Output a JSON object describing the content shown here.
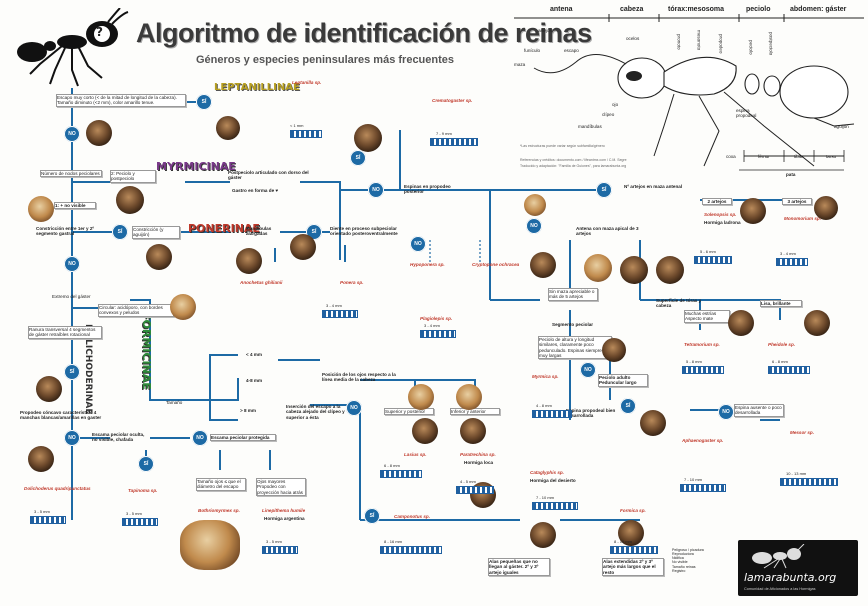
{
  "header": {
    "title": "Algoritmo de identificación de reinas",
    "subtitle": "Géneros y especies peninsulares más frecuentes",
    "question_mark": "?"
  },
  "anatomy": {
    "sections": [
      "antena",
      "cabeza",
      "tórax:mesosoma",
      "peciolo",
      "abdomen: gáster"
    ],
    "labels": {
      "artejos": "artejos",
      "funiculo": "funículo",
      "escapo": "escapo",
      "maza": "maza",
      "ojo": "ojo",
      "clipeo": "clípeo",
      "mandibulas": "mandíbulas",
      "ocelos": "ocelos",
      "pronoto": "pronoto",
      "mesonoto": "mesonoto",
      "propodeo": "propodeo",
      "peciolo": "peciolo",
      "postpeciolo": "postpeciolo",
      "espina": "espina propodeal",
      "aguijon": "aguijón",
      "coxa": "coxa",
      "femur": "fémur",
      "tibia": "tibia",
      "tarso": "tarso",
      "pata": "pata"
    },
    "note": "*Las estructuras puede variar según subfamilia/género",
    "credits_1": "Referencias y créditos: documento.com / lifeantmx.com / C.M. Segre",
    "credits_2": "Traducido y adaptación: \"Familia de Guiones\", para lamarabunta.org"
  },
  "flow": {
    "escapo_q": "Escapo muy corto (< de la mitad de longitud de la cabeza). Tamaño diminuto (<2 mm), color amarillo tenue.",
    "nodos_q": "Número de nodos peciolares",
    "uno_nodo": "1: + no visible",
    "dos_nodo": "2: Peciolo y postpeciolo",
    "postpeciolo": "Postpeciolo articulado con dorso del gáster",
    "gaster_forma": "Gastro en forma de ♥",
    "constriccion_q": "Constricción entre 1er y 2º segmento gastral",
    "constriccion_si": "Constricción (y aguijón)",
    "extremo": "Extremo del gáster",
    "circular": "Circular: acidóporo, con bordes convexos y peludos",
    "rasura": "Ranura transversal 4 segmentos de gáster retraíbles rotacional",
    "propodeo": "Propodeo cóncavo característico 4 manchas blancas/amarillas en gaster",
    "mandibulas": "Mandíbulas alargadas",
    "diente": "Diente en proceso subpeciolar orientado posteroventralmente",
    "espinas": "Espinas en propodeo posterior",
    "artejos_q": "Nº artejos en maza antenal",
    "antena_3": "Antena con maza apical de 3 artejos",
    "sin_maza": "Sin maza apreciable o más de 5 artejos",
    "segmento": "Segmento peciolar",
    "peciolo_alto": "Peciolo de altura y longitud similares, claramente poco pedunculado. Espinas siempre muy largas",
    "peciolo_adulto": "Peciolo adulto Peduncular largo",
    "espina_bien": "Espina propodeal bien desarrollada",
    "superficie": "Superficie de tórax y cabeza",
    "manchas": "Muchas estrías Aspecto mate",
    "lisa": "Lisa, brillante",
    "espina_poco": "Espina ausente o poco desarrollada",
    "tamano": "Tamaño",
    "lt4": "< 4 mm",
    "gt4_8": "4-8 mm",
    "gt8": "> 8 mm",
    "ojos_q": "Posición de los ojos respecto a la línea media de la cabeza",
    "sup_post": "Superior y posterior",
    "inf_ant": "Inferior y anterior",
    "insercion": "Inserción del escapo a la cabeza alejado del clípeo y superior a ésta",
    "escama_q": "Escama peciolar oculta, no visible, chafada",
    "escama_prot": "Escama peciolar protegida",
    "tamano_ojos": "Tamaño ojos ≤ que el diámetro del escapo",
    "ojos_mayores": "Ojos mayores Propodeo con proyección hacia atrás",
    "alas_peq": "Alas pequeñas que no llegan al gáster. 2º y 3º artejo iguales",
    "alas_grandes": "Alas extendidas 2º y 3º artejo más largos que el resto",
    "dos_artejos": "2 artejos",
    "tres_artejos": "3 artejos"
  },
  "subfamilies": [
    "LEPTANILLINAE",
    "MYRMICINAE",
    "PONERINAE",
    "DOLICHODERINAE",
    "FORMICINAE"
  ],
  "genera": {
    "leptanilla": "Leptanilla sp.",
    "crematogaster": "Crematogaster sp.",
    "solenopsis": "Solenopsis sp.",
    "solenopsis_common": "Hormiga ladrona",
    "monomorium": "Monomorium sp.",
    "anochetus": "Anochetus ghilianii",
    "ponera": "Ponera sp.",
    "hypoponera": "Hypoponera sp.",
    "cryptopone": "Cryptopone ochracea",
    "plagiolepis": "Plagiolepis sp.",
    "lasius": "Lasius sp.",
    "paratrechina": "Paratrechina sp.",
    "paratrechina_common": "Hormiga loca",
    "camponotus": "Camponotus sp.",
    "cataglyphis": "Cataglyphis sp.",
    "cataglyphis_common": "Hormiga del desierto",
    "formica": "Formica sp.",
    "myrmica": "Myrmica sp.",
    "tetramorium": "Tetramorium sp.",
    "pheidole": "Pheidole sp.",
    "aphaenogaster": "Aphaenogaster sp.",
    "messor": "Messor sp.",
    "dolichoderus": "Dolichoderus quadripunctatus",
    "tapinoma": "Tapinoma sp.",
    "bothriomyrmex": "Bothriomyrmex sp.",
    "linepithema": "Linepithema humile",
    "linepithema_common": "Hormiga argentina"
  },
  "scales": {
    "leptanilla": "< 1 mm",
    "crematogaster": "7 - 9 mm",
    "solenopsis": "5 - 6 mm",
    "monomorium": "3 - 4 mm",
    "ponera": "3 - 4 mm",
    "plagiolepis": "3 - 4 mm",
    "lasius": "6 - 8 mm",
    "paratrechina": "4 - 5 mm",
    "camponotus": "8 - 16 mm",
    "cataglyphis": "7 - 10 mm",
    "formica": "8 - 10 mm",
    "myrmica": "4 - 8 mm",
    "tetramorium": "5 - 8 mm",
    "pheidole": "6 - 8 mm",
    "aphaenogaster": "7 - 10 mm",
    "messor": "10 - 13 mm",
    "dolichoderus": "3 - 5 mm",
    "tapinoma": "3 - 5 mm",
    "linepithema": "3 - 5 mm"
  },
  "answers": {
    "si": "SÍ",
    "no": "NO"
  },
  "legend": [
    "Peligroso / picadura",
    "Reproductora",
    "Nidifica",
    "No visible",
    "Tamaño reinas",
    "Registro"
  ],
  "brand": {
    "site": "lamarabunta.org",
    "tagline": "Comunidad de Aficionados a las Hormigas"
  },
  "colors": {
    "accent_blue": "#1d6aa5",
    "title_gray": "#3a3a3a",
    "subfamily_red": "#c0392b",
    "formicinae_green": "#2e8b3a"
  }
}
